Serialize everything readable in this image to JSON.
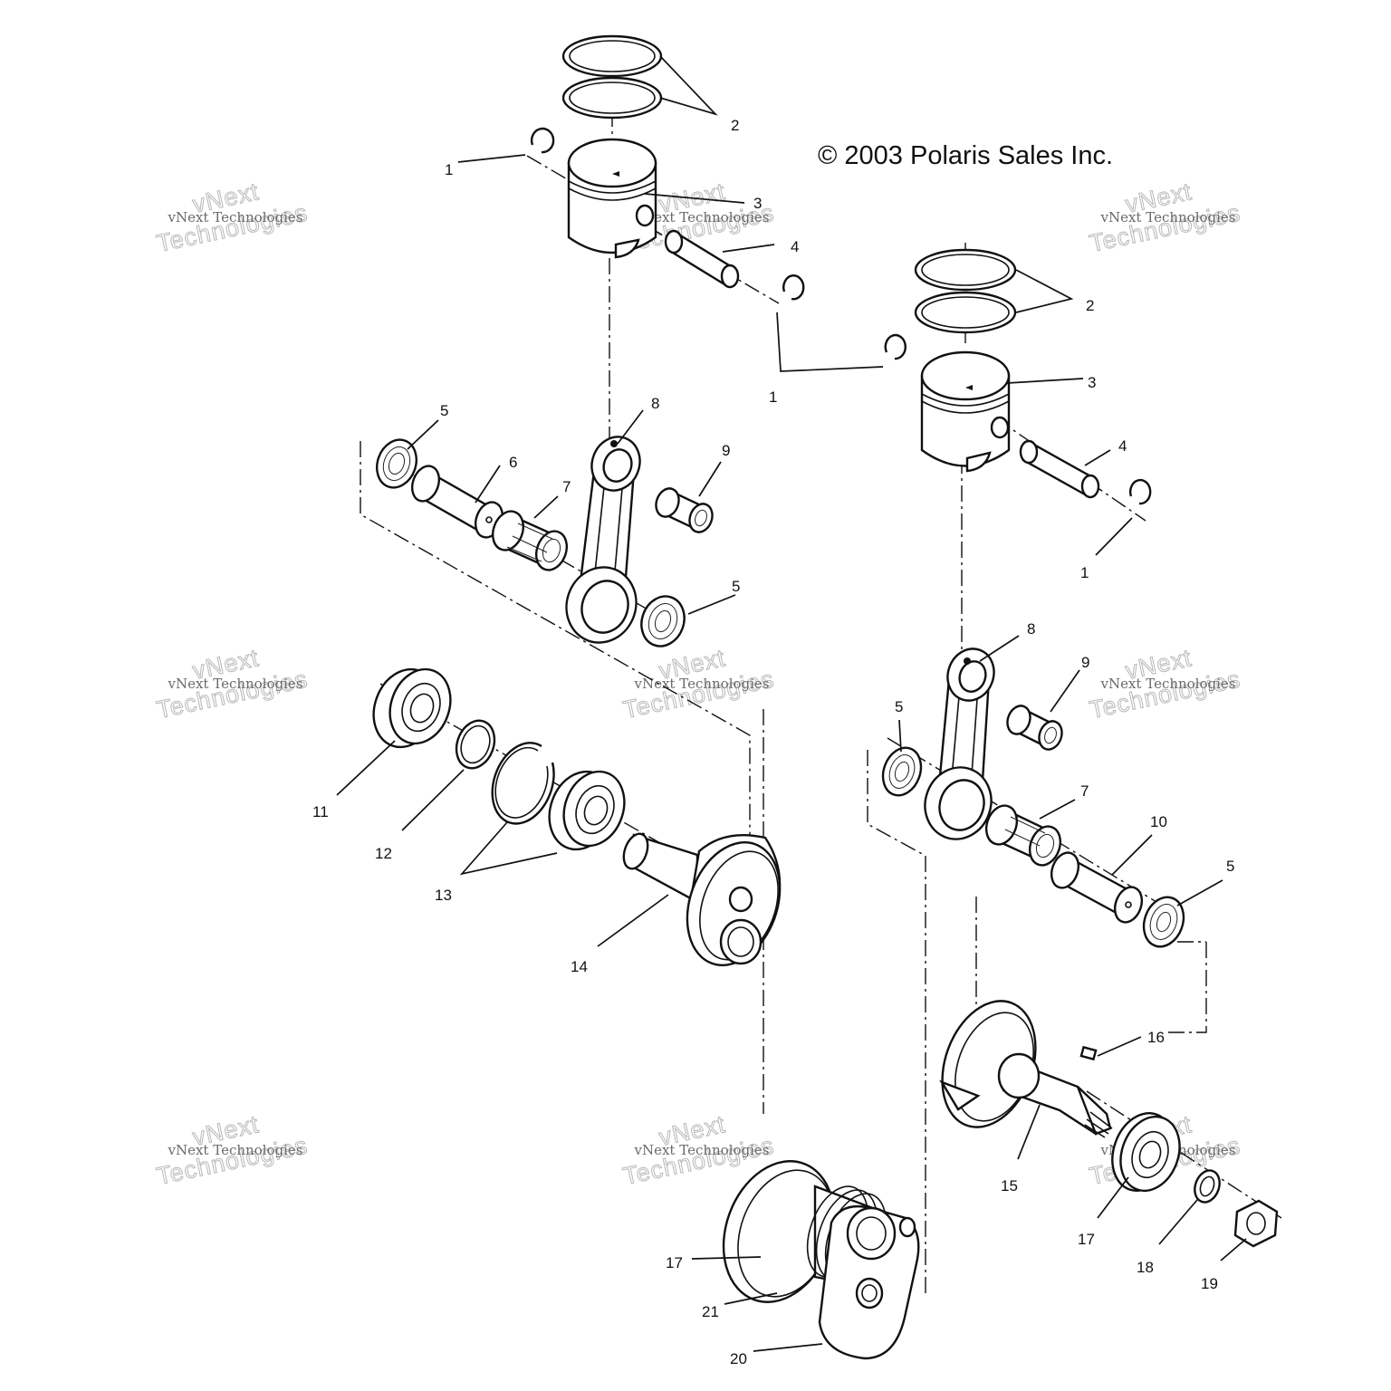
{
  "copyright": "© 2003 Polaris Sales Inc.",
  "watermark": {
    "small_text": "vNext Technologies",
    "big_line1": "vNext",
    "big_line2": "Technologies"
  },
  "callouts": {
    "c1": "1",
    "c2": "2",
    "c3": "3",
    "c4": "4",
    "c5": "5",
    "c6": "6",
    "c7": "7",
    "c8": "8",
    "c9": "9",
    "c10": "10",
    "c11": "11",
    "c12": "12",
    "c13": "13",
    "c14": "14",
    "c15": "15",
    "c16": "16",
    "c17": "17",
    "c18": "18",
    "c19": "19",
    "c20": "20",
    "c21": "21"
  }
}
